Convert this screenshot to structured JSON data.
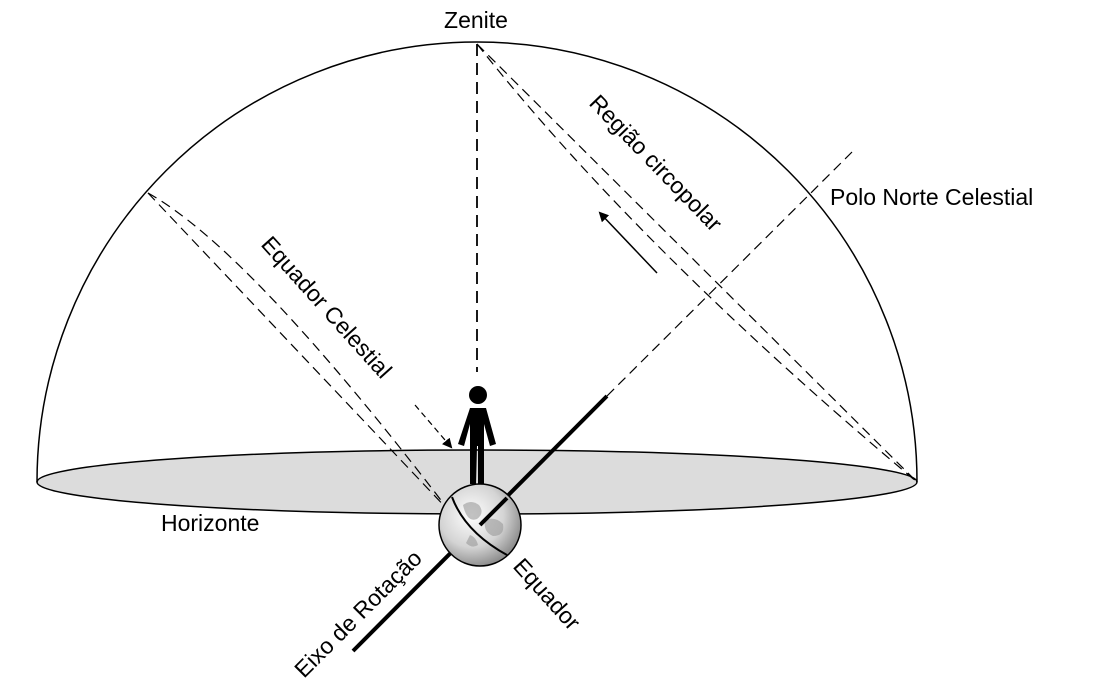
{
  "labels": {
    "zenith": "Zenite",
    "circumpolar_region": "Região circopolar",
    "north_celestial_pole": "Polo Norte Celestial",
    "celestial_equator": "Equador Celestial",
    "horizon": "Horizonte",
    "rotation_axis": "Eixo de Rotação",
    "equator": "Equador"
  },
  "colors": {
    "stroke": "#000000",
    "horizon_fill": "#dcdcdc",
    "earth_fill": "#c8c8c8",
    "background": "#ffffff"
  }
}
